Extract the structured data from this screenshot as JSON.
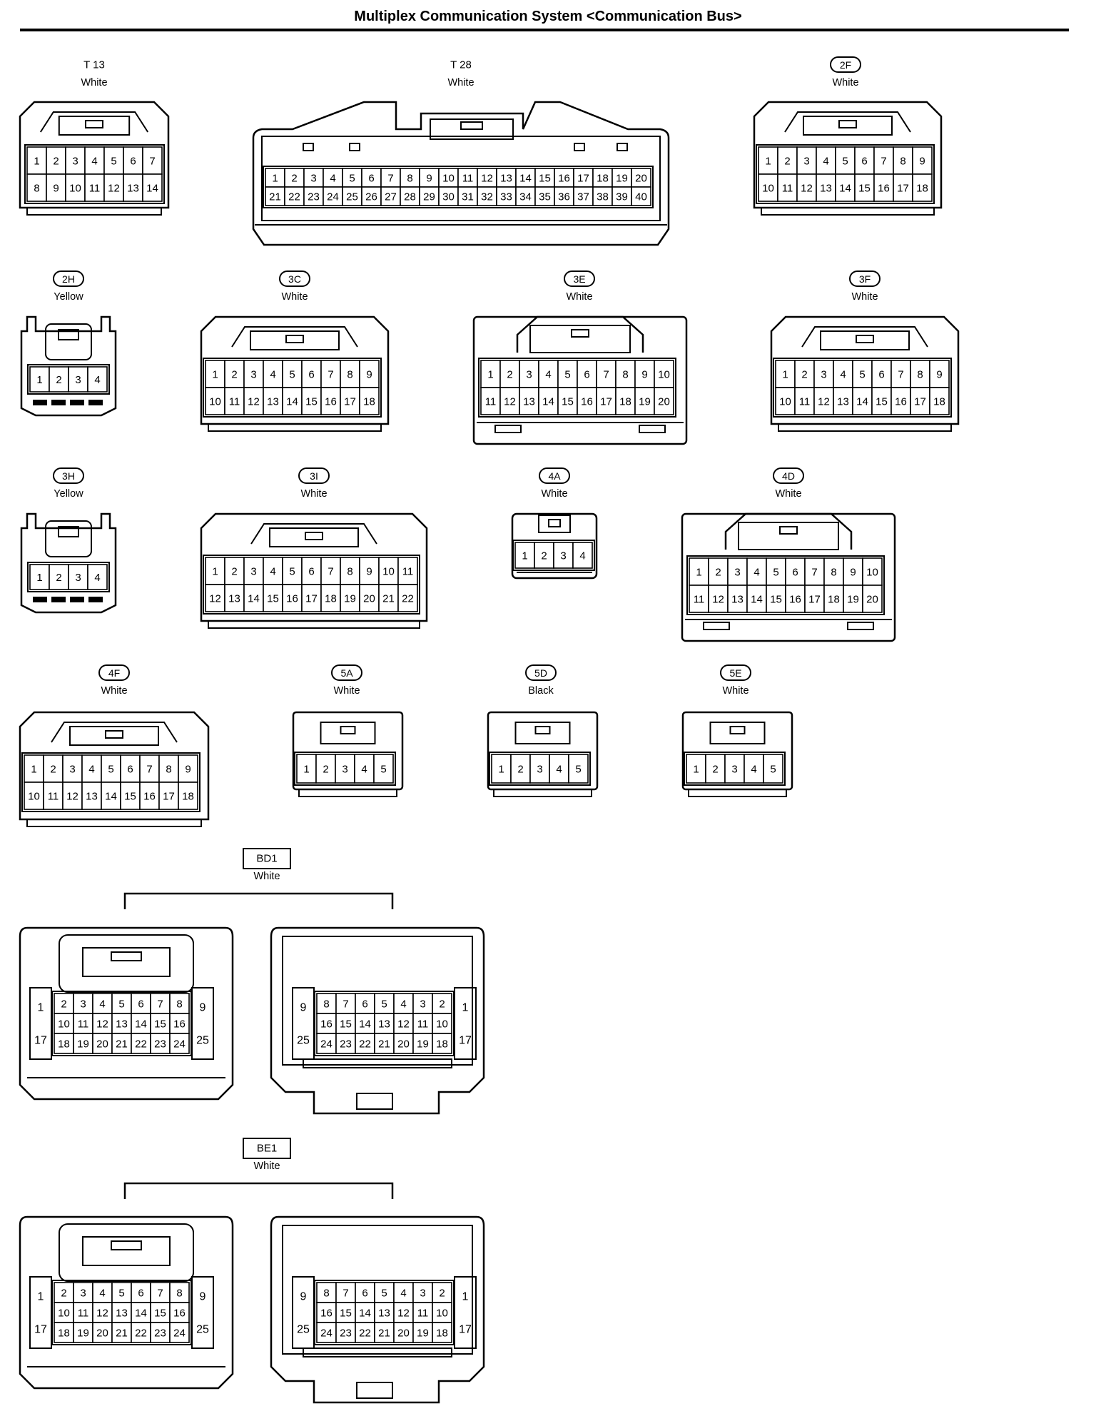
{
  "page": {
    "title": "Multiplex Communication System <Communication Bus>"
  },
  "connectors": [
    {
      "id": "T13",
      "name": "T 13",
      "color": "White",
      "badge": "plain",
      "rows": [
        [
          "1",
          "2",
          "3",
          "4",
          "5",
          "6",
          "7"
        ],
        [
          "8",
          "9",
          "10",
          "11",
          "12",
          "13",
          "14"
        ]
      ]
    },
    {
      "id": "T28",
      "name": "T 28",
      "color": "White",
      "badge": "plain",
      "rows": [
        [
          "1",
          "2",
          "3",
          "4",
          "5",
          "6",
          "7",
          "8",
          "9",
          "10",
          "11",
          "12",
          "13",
          "14",
          "15",
          "16",
          "17",
          "18",
          "19",
          "20"
        ],
        [
          "21",
          "22",
          "23",
          "24",
          "25",
          "26",
          "27",
          "28",
          "29",
          "30",
          "31",
          "32",
          "33",
          "34",
          "35",
          "36",
          "37",
          "38",
          "39",
          "40"
        ]
      ]
    },
    {
      "id": "2F",
      "name": "2F",
      "color": "White",
      "badge": "oval",
      "rows": [
        [
          "1",
          "2",
          "3",
          "4",
          "5",
          "6",
          "7",
          "8",
          "9"
        ],
        [
          "10",
          "11",
          "12",
          "13",
          "14",
          "15",
          "16",
          "17",
          "18"
        ]
      ]
    },
    {
      "id": "2H",
      "name": "2H",
      "color": "Yellow",
      "badge": "oval",
      "rows": [
        [
          "1",
          "2",
          "3",
          "4"
        ]
      ]
    },
    {
      "id": "3C",
      "name": "3C",
      "color": "White",
      "badge": "oval",
      "rows": [
        [
          "1",
          "2",
          "3",
          "4",
          "5",
          "6",
          "7",
          "8",
          "9"
        ],
        [
          "10",
          "11",
          "12",
          "13",
          "14",
          "15",
          "16",
          "17",
          "18"
        ]
      ]
    },
    {
      "id": "3E",
      "name": "3E",
      "color": "White",
      "badge": "oval",
      "rows": [
        [
          "1",
          "2",
          "3",
          "4",
          "5",
          "6",
          "7",
          "8",
          "9",
          "10"
        ],
        [
          "11",
          "12",
          "13",
          "14",
          "15",
          "16",
          "17",
          "18",
          "19",
          "20"
        ]
      ]
    },
    {
      "id": "3F",
      "name": "3F",
      "color": "White",
      "badge": "oval",
      "rows": [
        [
          "1",
          "2",
          "3",
          "4",
          "5",
          "6",
          "7",
          "8",
          "9"
        ],
        [
          "10",
          "11",
          "12",
          "13",
          "14",
          "15",
          "16",
          "17",
          "18"
        ]
      ]
    },
    {
      "id": "3H",
      "name": "3H",
      "color": "Yellow",
      "badge": "oval",
      "rows": [
        [
          "1",
          "2",
          "3",
          "4"
        ]
      ]
    },
    {
      "id": "3I",
      "name": "3I",
      "color": "White",
      "badge": "oval",
      "rows": [
        [
          "1",
          "2",
          "3",
          "4",
          "5",
          "6",
          "7",
          "8",
          "9",
          "10",
          "11"
        ],
        [
          "12",
          "13",
          "14",
          "15",
          "16",
          "17",
          "18",
          "19",
          "20",
          "21",
          "22"
        ]
      ]
    },
    {
      "id": "4A",
      "name": "4A",
      "color": "White",
      "badge": "oval",
      "rows": [
        [
          "1",
          "2",
          "3",
          "4"
        ]
      ]
    },
    {
      "id": "4D",
      "name": "4D",
      "color": "White",
      "badge": "oval",
      "rows": [
        [
          "1",
          "2",
          "3",
          "4",
          "5",
          "6",
          "7",
          "8",
          "9",
          "10"
        ],
        [
          "11",
          "12",
          "13",
          "14",
          "15",
          "16",
          "17",
          "18",
          "19",
          "20"
        ]
      ]
    },
    {
      "id": "4F",
      "name": "4F",
      "color": "White",
      "badge": "oval",
      "rows": [
        [
          "1",
          "2",
          "3",
          "4",
          "5",
          "6",
          "7",
          "8",
          "9"
        ],
        [
          "10",
          "11",
          "12",
          "13",
          "14",
          "15",
          "16",
          "17",
          "18"
        ]
      ]
    },
    {
      "id": "5A",
      "name": "5A",
      "color": "White",
      "badge": "oval",
      "rows": [
        [
          "1",
          "2",
          "3",
          "4",
          "5"
        ]
      ]
    },
    {
      "id": "5D",
      "name": "5D",
      "color": "Black",
      "badge": "oval",
      "rows": [
        [
          "1",
          "2",
          "3",
          "4",
          "5"
        ]
      ]
    },
    {
      "id": "5E",
      "name": "5E",
      "color": "White",
      "badge": "oval",
      "rows": [
        [
          "1",
          "2",
          "3",
          "4",
          "5"
        ]
      ]
    },
    {
      "id": "BD1",
      "name": "BD1",
      "color": "White",
      "badge": "box",
      "left": {
        "side_left": [
          "1",
          "17"
        ],
        "side_right": [
          "9",
          "25"
        ],
        "rows": [
          [
            "2",
            "3",
            "4",
            "5",
            "6",
            "7",
            "8"
          ],
          [
            "10",
            "11",
            "12",
            "13",
            "14",
            "15",
            "16"
          ],
          [
            "18",
            "19",
            "20",
            "21",
            "22",
            "23",
            "24"
          ]
        ]
      },
      "right": {
        "side_left": [
          "9",
          "25"
        ],
        "side_right": [
          "1",
          "17"
        ],
        "rows": [
          [
            "8",
            "7",
            "6",
            "5",
            "4",
            "3",
            "2"
          ],
          [
            "16",
            "15",
            "14",
            "13",
            "12",
            "11",
            "10"
          ],
          [
            "24",
            "23",
            "22",
            "21",
            "20",
            "19",
            "18"
          ]
        ]
      }
    },
    {
      "id": "BE1",
      "name": "BE1",
      "color": "White",
      "badge": "box",
      "left": {
        "side_left": [
          "1",
          "17"
        ],
        "side_right": [
          "9",
          "25"
        ],
        "rows": [
          [
            "2",
            "3",
            "4",
            "5",
            "6",
            "7",
            "8"
          ],
          [
            "10",
            "11",
            "12",
            "13",
            "14",
            "15",
            "16"
          ],
          [
            "18",
            "19",
            "20",
            "21",
            "22",
            "23",
            "24"
          ]
        ]
      },
      "right": {
        "side_left": [
          "9",
          "25"
        ],
        "side_right": [
          "1",
          "17"
        ],
        "rows": [
          [
            "8",
            "7",
            "6",
            "5",
            "4",
            "3",
            "2"
          ],
          [
            "16",
            "15",
            "14",
            "13",
            "12",
            "11",
            "10"
          ],
          [
            "24",
            "23",
            "22",
            "21",
            "20",
            "19",
            "18"
          ]
        ]
      }
    }
  ]
}
